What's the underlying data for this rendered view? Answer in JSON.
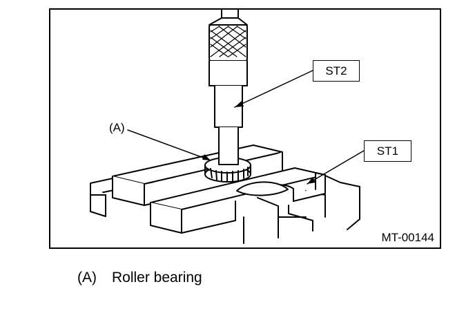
{
  "figure": {
    "code": "MT-00144",
    "callouts": {
      "st2": "ST2",
      "st1": "ST1",
      "a": "(A)"
    }
  },
  "legend": {
    "items": [
      {
        "key": "(A)",
        "text": "Roller bearing"
      }
    ]
  }
}
